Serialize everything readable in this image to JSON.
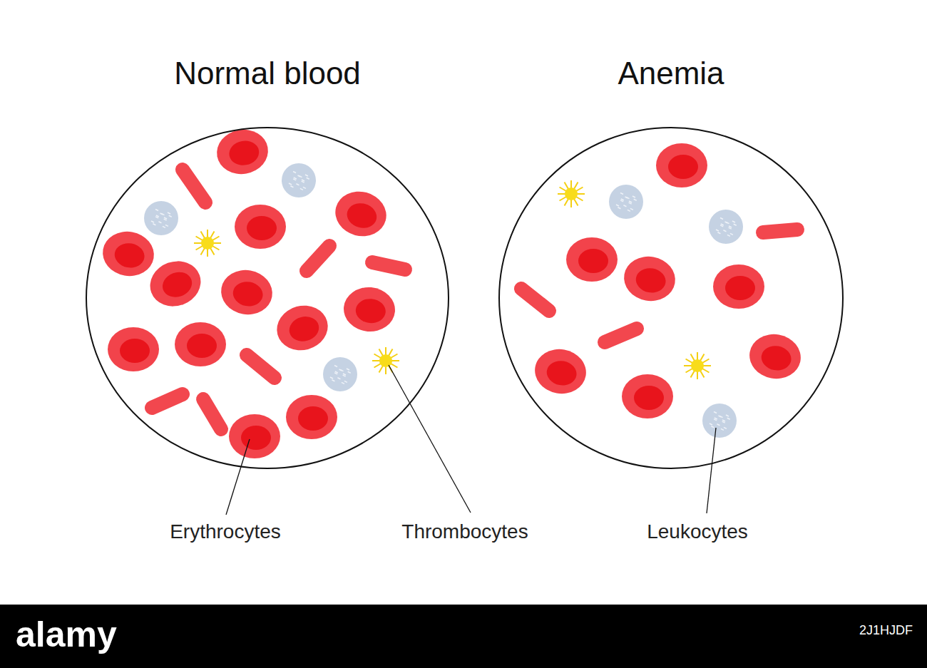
{
  "diagram": {
    "nodes": [
      {
        "text": [
          "Normal blood"
        ]
      },
      {
        "text": [
          "Anemia"
        ]
      }
    ],
    "labels": [
      "Erythrocytes",
      "Thrombocytes",
      "Leukocytes",
      "alamy",
      "2J1HJDF"
    ]
  }
}
